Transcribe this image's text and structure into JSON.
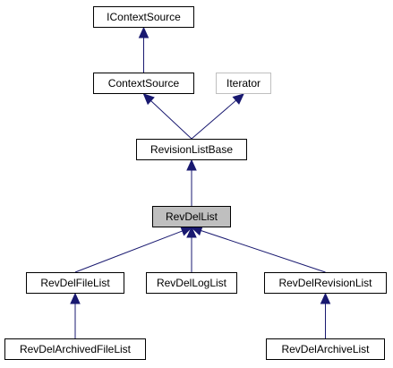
{
  "nodes": [
    {
      "id": "icontextsource",
      "label": "IContextSource",
      "style": "normal"
    },
    {
      "id": "contextsource",
      "label": "ContextSource",
      "style": "normal"
    },
    {
      "id": "iterator",
      "label": "Iterator",
      "style": "external"
    },
    {
      "id": "revisionlistbase",
      "label": "RevisionListBase",
      "style": "normal"
    },
    {
      "id": "revdellist",
      "label": "RevDelList",
      "style": "highlight"
    },
    {
      "id": "revdelfilelist",
      "label": "RevDelFileList",
      "style": "normal"
    },
    {
      "id": "revdelloglist",
      "label": "RevDelLogList",
      "style": "normal"
    },
    {
      "id": "revdelrevisionlist",
      "label": "RevDelRevisionList",
      "style": "normal"
    },
    {
      "id": "revdelarchivedfilelist",
      "label": "RevDelArchivedFileList",
      "style": "normal"
    },
    {
      "id": "revdelarchivelist",
      "label": "RevDelArchiveList",
      "style": "normal"
    }
  ],
  "edges": [
    {
      "from": "contextsource",
      "to": "icontextsource"
    },
    {
      "from": "revisionlistbase",
      "to": "contextsource"
    },
    {
      "from": "revisionlistbase",
      "to": "iterator"
    },
    {
      "from": "revdellist",
      "to": "revisionlistbase"
    },
    {
      "from": "revdelfilelist",
      "to": "revdellist"
    },
    {
      "from": "revdelloglist",
      "to": "revdellist"
    },
    {
      "from": "revdelrevisionlist",
      "to": "revdellist"
    },
    {
      "from": "revdelarchivedfilelist",
      "to": "revdelfilelist"
    },
    {
      "from": "revdelarchivelist",
      "to": "revdelrevisionlist"
    }
  ],
  "colors": {
    "edge": "#191970",
    "border": "#000000",
    "external_border": "#bfbfbf",
    "highlight_fill": "#bfbfbf"
  }
}
